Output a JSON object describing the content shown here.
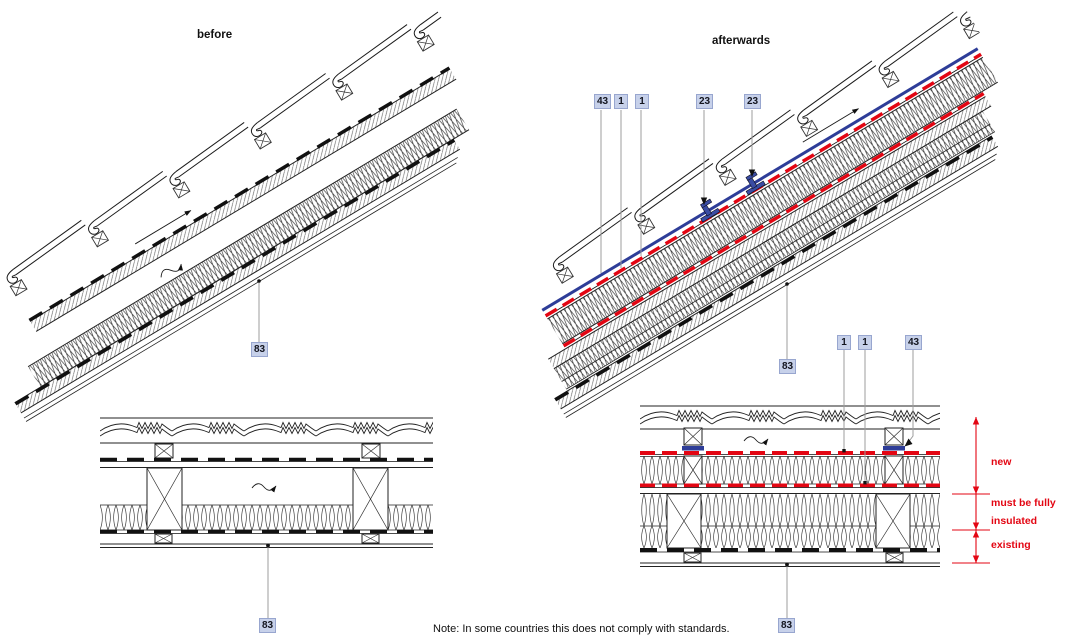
{
  "titles": {
    "before": "before",
    "afterwards": "afterwards"
  },
  "note": "Note: In some countries this does not comply with standards.",
  "annotations": {
    "new": "new",
    "must_be_fully": "must be fully",
    "insulated": "insulated",
    "existing": "existing"
  },
  "callout_labels": {
    "c43": "43",
    "c1": "1",
    "c23": "23",
    "c83": "83"
  },
  "colors": {
    "red": "#e30613",
    "blue": "#2e3d98",
    "clip_blue": "#3a4ca3",
    "callout_fill": "#c7d1ea",
    "callout_border": "#98a6cf",
    "leader_gray": "#9c9c9c",
    "line": "#1a1a1a"
  }
}
